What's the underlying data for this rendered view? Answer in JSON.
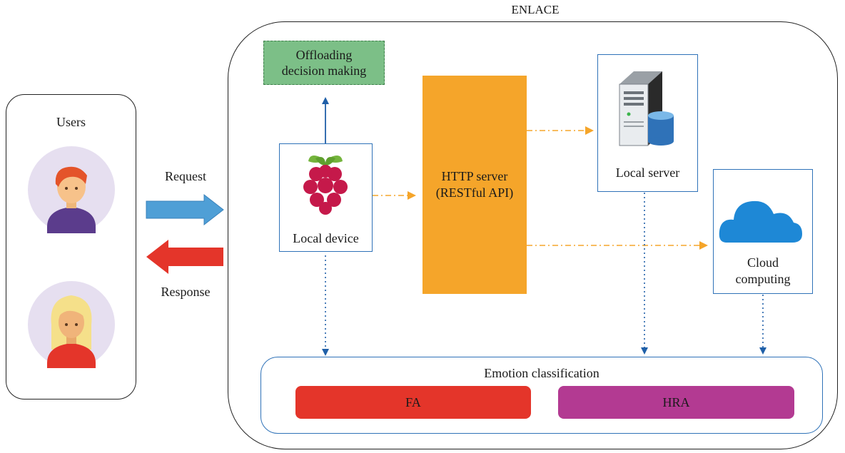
{
  "enlace": {
    "title": "ENLACE"
  },
  "users": {
    "title": "Users"
  },
  "flows": {
    "request": "Request",
    "response": "Response"
  },
  "offloading": {
    "label": "Offloading decision making"
  },
  "local_device": {
    "label": "Local device",
    "icon": "raspberry-pi-icon"
  },
  "http_server": {
    "line1": "HTTP server",
    "line2": "(RESTful API)"
  },
  "local_server": {
    "label": "Local server",
    "icon": "server-icon"
  },
  "cloud": {
    "line1": "Cloud",
    "line2": "computing",
    "icon": "cloud-icon"
  },
  "emotion": {
    "title": "Emotion classification",
    "fa": "FA",
    "hra": "HRA"
  },
  "colors": {
    "offloading": "#7cbf87",
    "http_server": "#f5a52a",
    "box_border": "#2f72b8",
    "fa": "#e4352a",
    "hra": "#b33a92",
    "request_arrow": "#4f9fd6",
    "response_arrow": "#e4352a"
  }
}
